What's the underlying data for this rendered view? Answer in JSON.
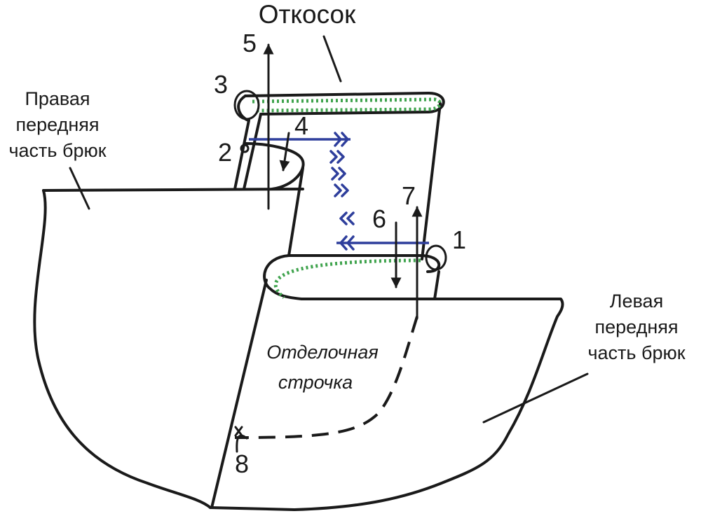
{
  "labels": {
    "title": "Откосок",
    "right_part": [
      "Правая",
      "передняя",
      "часть брюк"
    ],
    "left_part": [
      "Левая",
      "передняя",
      "часть брюк"
    ],
    "stitch": [
      "Отделочная",
      "строчка"
    ]
  },
  "steps": [
    "1",
    "2",
    "3",
    "4",
    "5",
    "6",
    "7",
    "8"
  ],
  "colors": {
    "outline": "#1a1a1a",
    "dotted_stitch": "#3fa34d",
    "arrows_blue": "#2e3e9c"
  }
}
